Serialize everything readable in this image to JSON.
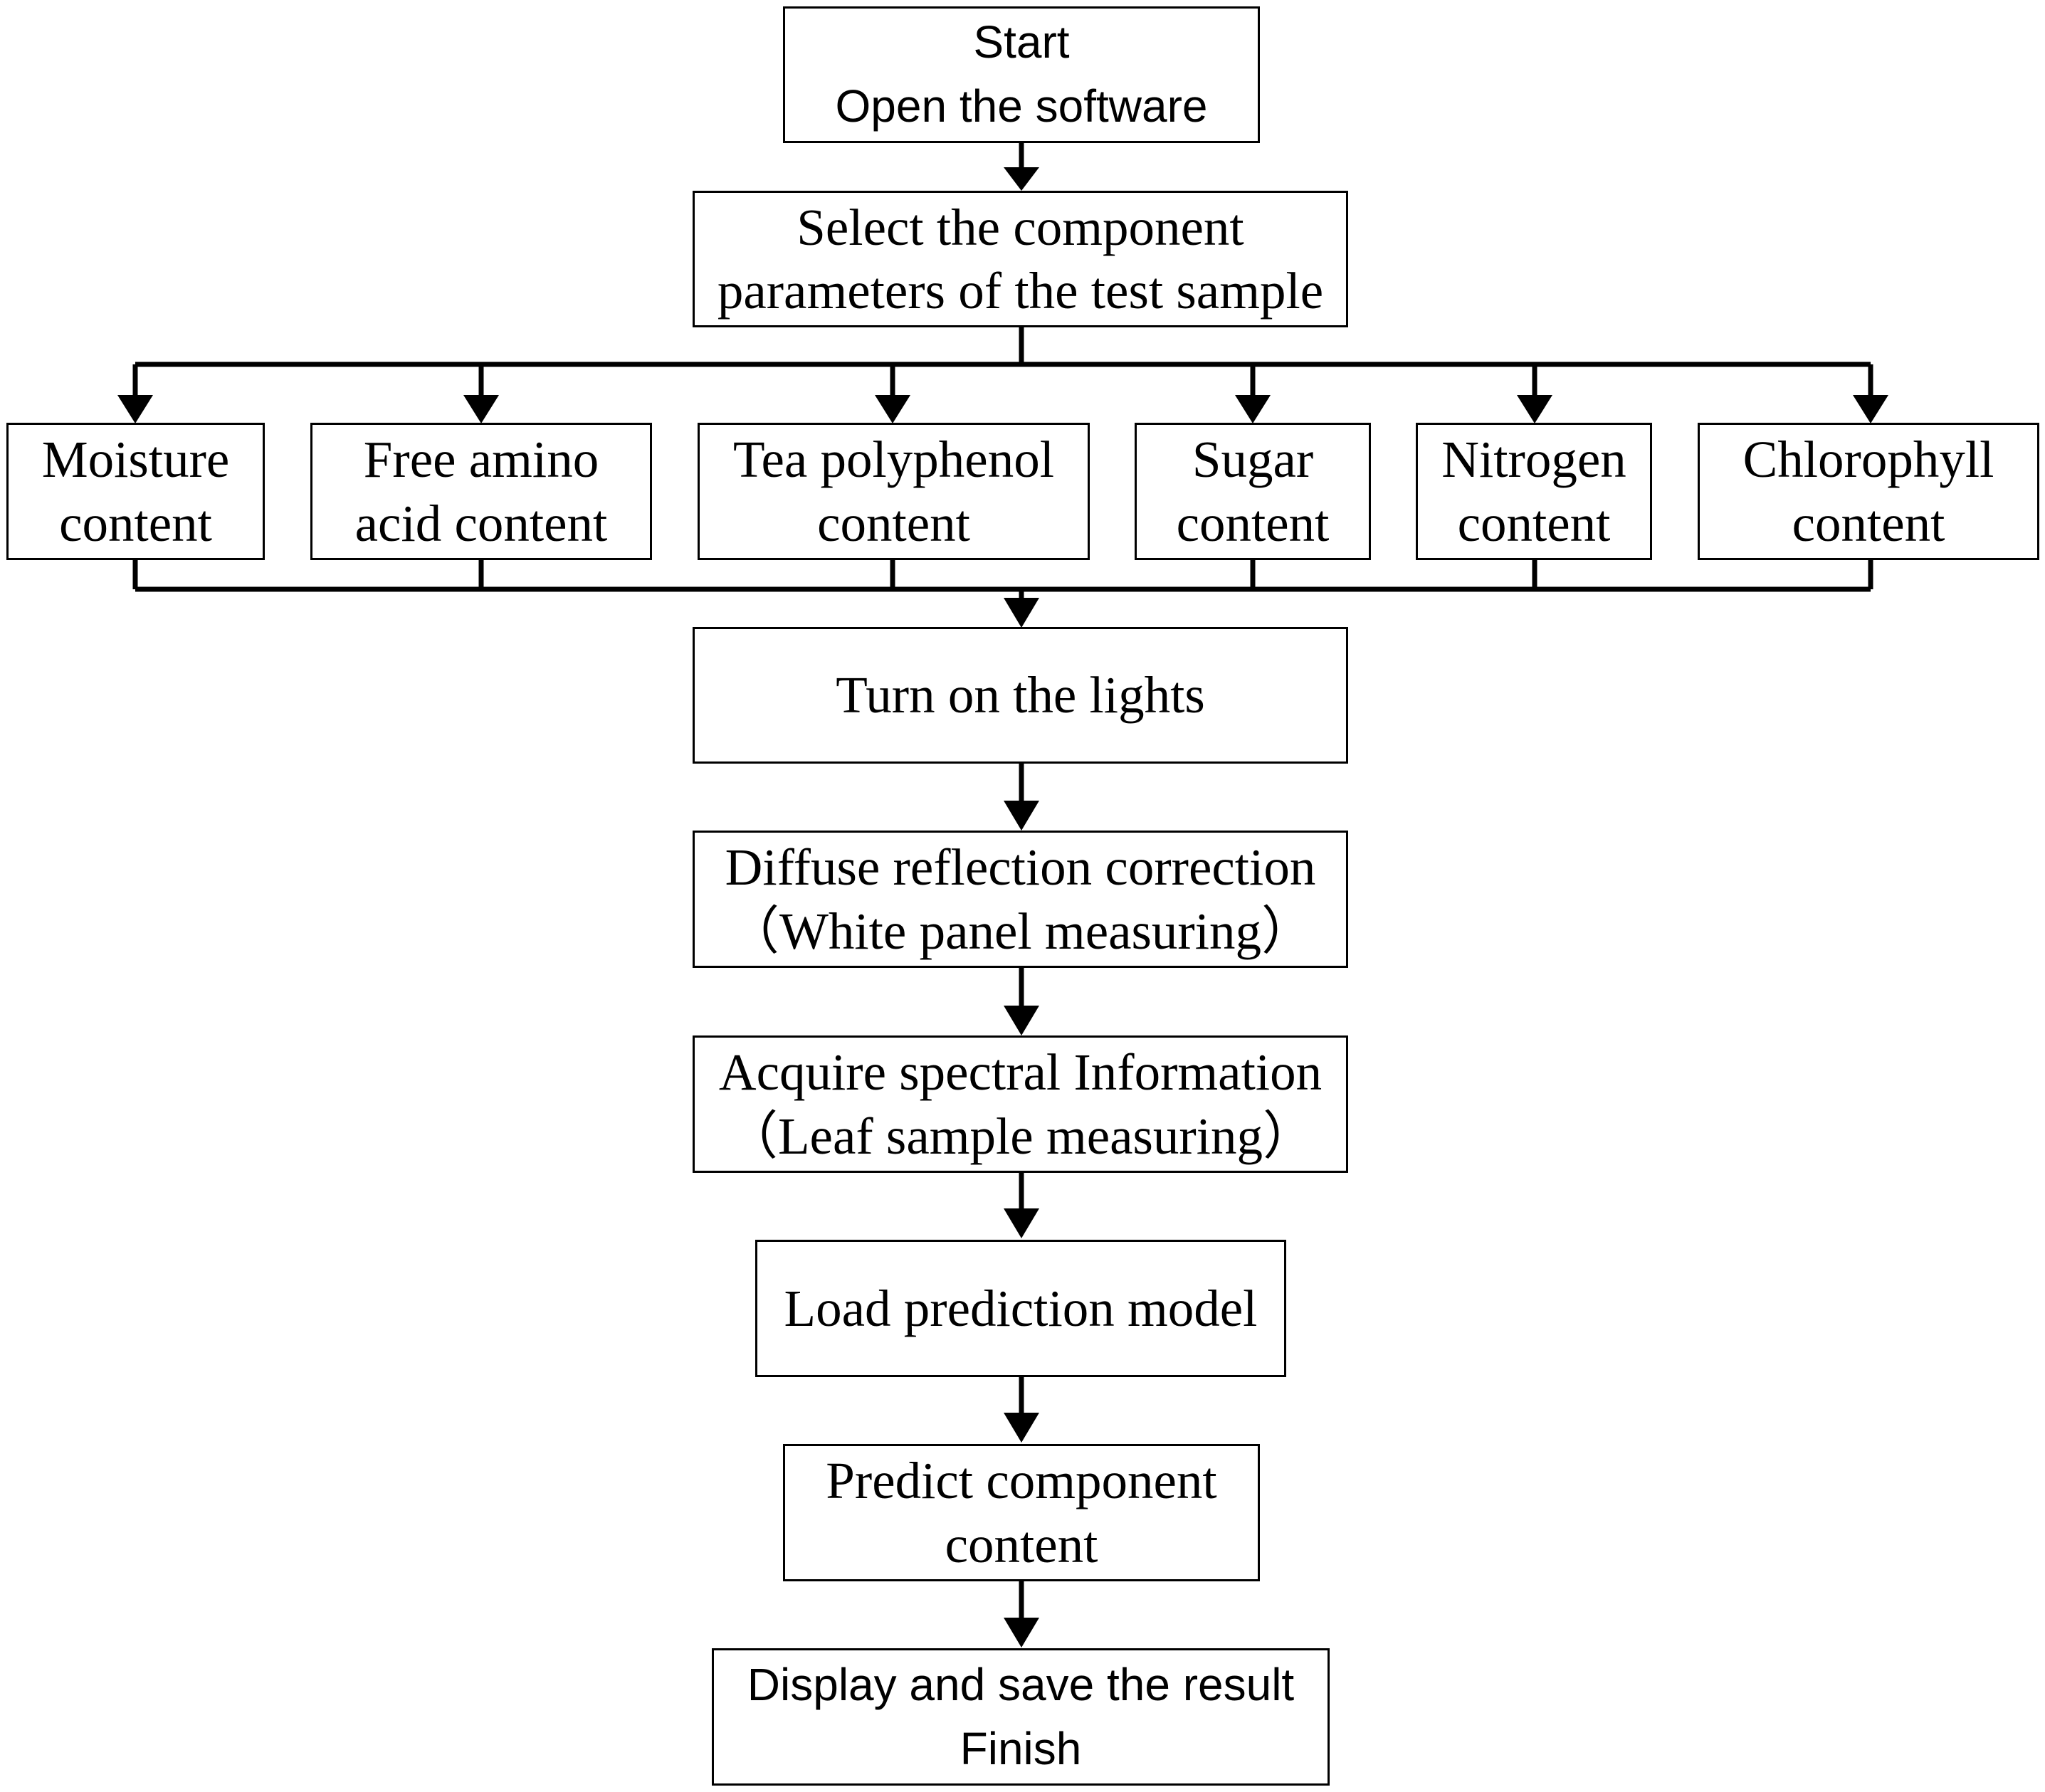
{
  "flowchart": {
    "start": {
      "line1": "Start",
      "line2": "Open the software"
    },
    "select": {
      "line1": "Select the component",
      "line2": "parameters of the test sample"
    },
    "components": [
      {
        "line1": "Moisture",
        "line2": "content"
      },
      {
        "line1": "Free amino",
        "line2": "acid content"
      },
      {
        "line1": "Tea polyphenol",
        "line2": "content"
      },
      {
        "line1": "Sugar",
        "line2": "content"
      },
      {
        "line1": "Nitrogen",
        "line2": "content"
      },
      {
        "line1": "Chlorophyll",
        "line2": "content"
      }
    ],
    "lights": {
      "line1": "Turn on the lights"
    },
    "correction": {
      "line1": "Diffuse reflection correction",
      "line2": "（White panel measuring）"
    },
    "acquire": {
      "line1": "Acquire spectral Information",
      "line2": "（Leaf sample measuring）"
    },
    "load": {
      "line1": "Load prediction model"
    },
    "predict": {
      "line1": "Predict component",
      "line2": "content"
    },
    "finish": {
      "line1": "Display and save the result",
      "line2": "Finish"
    }
  },
  "colors": {
    "stroke": "#000000",
    "background": "#ffffff"
  }
}
